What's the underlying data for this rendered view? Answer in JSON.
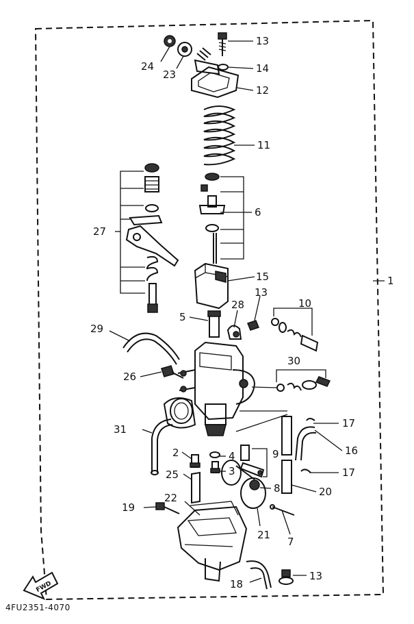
{
  "diagram_code": "4FU2351-4070",
  "fwd_label": "FWD",
  "callouts": {
    "c1": "1",
    "c2": "2",
    "c3": "3",
    "c4": "4",
    "c5": "5",
    "c6": "6",
    "c7": "7",
    "c8": "8",
    "c9": "9",
    "c10": "10",
    "c11": "11",
    "c12": "12",
    "c13a": "13",
    "c13b": "13",
    "c13c": "13",
    "c14": "14",
    "c15": "15",
    "c16": "16",
    "c17a": "17",
    "c17b": "17",
    "c18": "18",
    "c19": "19",
    "c20": "20",
    "c21": "21",
    "c22": "22",
    "c23": "23",
    "c24": "24",
    "c25": "25",
    "c26": "26",
    "c27": "27",
    "c28": "28",
    "c29": "29",
    "c30": "30",
    "c31": "31"
  }
}
